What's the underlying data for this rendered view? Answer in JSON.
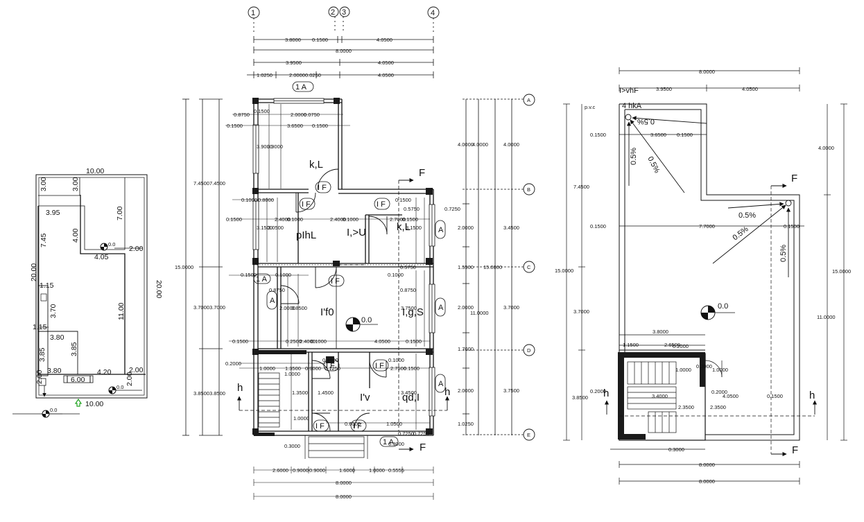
{
  "site_plan": {
    "top": "10.00",
    "bottom": "10.00",
    "left": "20.00",
    "right": "20.00",
    "top_left_vertical": "3.00",
    "top_mid_vertical": "3.00",
    "upper_room_width": "3.95",
    "upper_room_depth": "7.00",
    "mid_left": "7.45",
    "mid_inner": "4.00",
    "mid_width": "4.05",
    "right_offset": "2.00",
    "right_depth": "11.00",
    "small_1": "1.15",
    "small_2": "1.15",
    "stair_depth": "3.70",
    "lower_width": "3.80",
    "lower_depth_left": "3.85",
    "lower_depth_right": "3.85",
    "lower_width_2": "3.80",
    "lower_width_3": "4.20",
    "lower_right_offset": "2.00",
    "gate_width": "6.00",
    "front_setback": "2.00",
    "front_right": "2.00",
    "level_upper": "0.0",
    "level_lower": "0.0",
    "level_ground": "0.0"
  },
  "grid": {
    "cols": [
      "1",
      "2",
      "3",
      "4"
    ],
    "rows": [
      "A",
      "B",
      "C",
      "D",
      "E"
    ]
  },
  "ground_floor": {
    "top_dims": {
      "row1": [
        "3.8000",
        "0.1500",
        "4.0500"
      ],
      "row2": "8.0000",
      "row3": [
        "3.9500",
        "4.0500"
      ],
      "row4": [
        "1.0250",
        "2.0000",
        "0.0250",
        "4.0500"
      ]
    },
    "left_dims": {
      "overall": "15.0000",
      "upper_a": "7.4500",
      "upper_b": "7.4500",
      "mid_a": "3.7000",
      "mid_b": "3.7000",
      "low_a": "3.8500",
      "low_b": "3.8500"
    },
    "right_dims": {
      "overall": "15.0000",
      "sub_overall": "11.0000",
      "a": "4.0000",
      "a2": "4.0000",
      "a3": "4.0000",
      "b": "2.0000",
      "b2": "3.4500",
      "c": "1.5500",
      "d": "2.0000",
      "d2": "3.7000",
      "e": "1.7000",
      "f": "2.0000",
      "f2": "3.7500",
      "g": "1.0250",
      "h": "0.7250"
    },
    "bottom_dims": {
      "row1": [
        "2.6000",
        "0.9000",
        "0.9000",
        "1.6000",
        "1.0000",
        "0.5555"
      ],
      "row2": "8.0000",
      "row3": "8.0000"
    },
    "inner_dims": {
      "i1": "0.1500",
      "i2": "2.0000",
      "i3": "0.0750",
      "i4": "0.8750",
      "i5": "0.1500",
      "i6": "3.6500",
      "i7": "0.1500",
      "i8": "3.9000",
      "i9": "3.9000",
      "i10": "0.1000",
      "i11": "0.8000",
      "i12": "0.1500",
      "i13": "2.4000",
      "i14": "0.1000",
      "i15": "2.4000",
      "i16": "0.1000",
      "i17": "2.7000",
      "i18": "0.1500",
      "i19": "3.1500",
      "i20": "3.0500",
      "i21": "0.5750",
      "i22": "0.1500",
      "i23": "3.1500",
      "i24": "0.1000",
      "i25": "0.1500",
      "i26": "0.5750",
      "i27": "0.8750",
      "i28": "0.1000",
      "i29": "2.0000",
      "i30": "0.8500",
      "i31": "3.7500",
      "i32": "0.8750",
      "i33": "0.1500",
      "i34": "0.2500",
      "i35": "2.4000",
      "i36": "0.1000",
      "i37": "4.0500",
      "i38": "0.1500",
      "i39": "0.2000",
      "i40": "1.0000",
      "i41": "1.3500",
      "i42": "0.9000",
      "i43": "0.1250",
      "i44": "0.1000",
      "i45": "2.7500",
      "i46": "0.1500",
      "i47": "1.0000",
      "i48": "1.3500",
      "i49": "1.4500",
      "i50": "3.4500",
      "i51": "0.1000",
      "i52": "1.0000",
      "i53": "0.6000",
      "i54": "1.0500",
      "i55": "0.7250",
      "i56": "0.3000",
      "i57": "0.3000",
      "i58": "0.7250"
    },
    "rooms": {
      "kitchen": "k,L",
      "dining": "pIhL",
      "living": "I,>U",
      "hall": "I'f0",
      "bedroom": "I,g,S",
      "store": "qd,I",
      "toilet": "I'v",
      "bedroom2": "k,L"
    },
    "markers": {
      "door": "I F",
      "window": "1 A",
      "window_small": "A",
      "section": "F",
      "section_h": "h",
      "level": "0.0"
    }
  },
  "roof_plan": {
    "top_overall": "8.0000",
    "top_split": [
      "3.9500",
      "4.0500"
    ],
    "pvc": "p.v.c",
    "label_top_1": "I>vhF",
    "label_top_2": "4   hkA",
    "slope_1": "0.5%",
    "slope_2": "0.5%",
    "slope_3": "0.5%",
    "slope_4": "0.5%",
    "slope_5": "0.5%",
    "slope_6": "0.5%",
    "inner_top": [
      "3.6500",
      "0.1500"
    ],
    "inner_mid": [
      "7.7000",
      "0.1500"
    ],
    "left_small_1": "0.1500",
    "left_small_2": "0.1500",
    "left_overall": "15.0000",
    "left_a": "7.4500",
    "left_b": "3.7000",
    "left_c": "3.8500",
    "left_d": "0.2000",
    "right_overall": "15.0000",
    "right_a": "4.0000",
    "right_b": "11.0000",
    "stair_top": "3.8000",
    "stair_dims": [
      "1.1500",
      "2.6500",
      "0.2000"
    ],
    "stair_mid": [
      "1.0000",
      "0.2000",
      "1.0000",
      "3.4000",
      "0.2000",
      "4.0500",
      "0.1500",
      "2.3500",
      "2.3500"
    ],
    "bottom_small": "0.3000",
    "bottom_1": "8.0000",
    "bottom_2": "8.0000",
    "level": "0.0",
    "section": "F",
    "section_h": "h"
  },
  "colors": {
    "ink": "#111111",
    "wall_fill": "#1a1a1a",
    "background": "#ffffff",
    "entry_arrow": "#21a321"
  }
}
